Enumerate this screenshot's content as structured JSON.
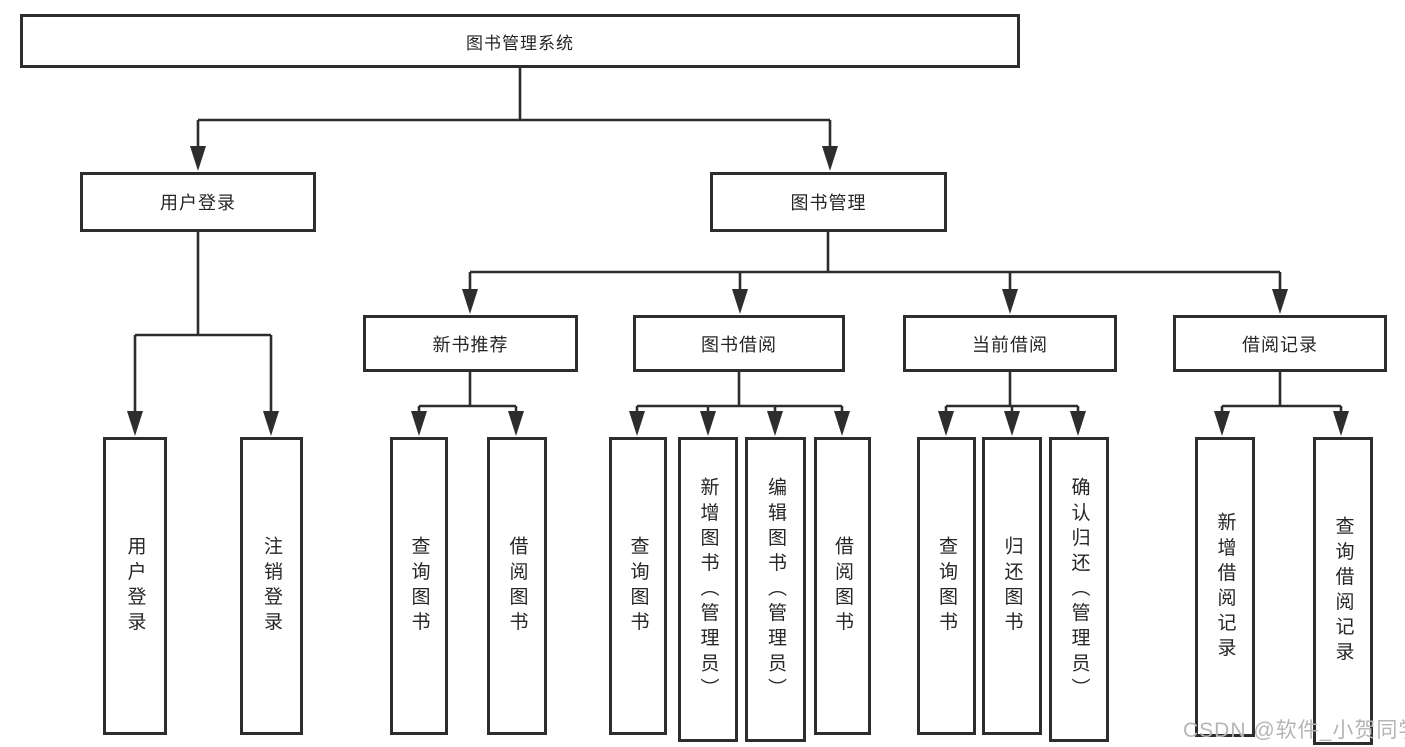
{
  "diagram_title": "图书管理系统",
  "diagram_type": "functional-structure-tree",
  "colors": {
    "line": "#2d2d2d",
    "box_border": "#2d2d2d",
    "box_fill": "#ffffff",
    "text": "#262626",
    "watermark_text_color": "#b5b5b5"
  },
  "tree": {
    "root": "图书管理系统",
    "children": [
      {
        "label": "用户登录",
        "children": [
          "用户登录",
          "注销登录"
        ]
      },
      {
        "label": "图书管理",
        "children": [
          {
            "label": "新书推荐",
            "children": [
              "查询图书",
              "借阅图书"
            ]
          },
          {
            "label": "图书借阅",
            "children": [
              "查询图书",
              "新增图书（管理员）",
              "编辑图书（管理员）",
              "借阅图书"
            ]
          },
          {
            "label": "当前借阅",
            "children": [
              "查询图书",
              "归还图书",
              "确认归还（管理员）"
            ]
          },
          {
            "label": "借阅记录",
            "children": [
              "新增借阅记录",
              "查询借阅记录"
            ]
          }
        ]
      }
    ]
  },
  "watermark": {
    "text": "CSDN @软件_小贺同学"
  }
}
